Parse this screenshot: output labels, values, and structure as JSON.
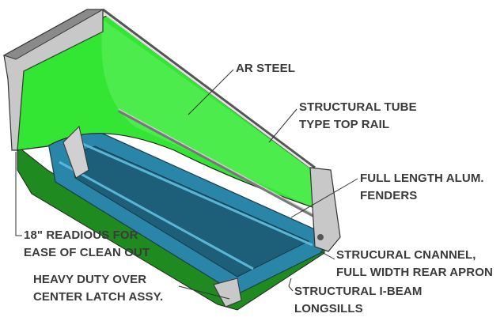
{
  "colors": {
    "body_green": "#33e633",
    "floor_blue": "#2a86a8",
    "panel_gray": "#c8c8c8",
    "text": "#3a3a3a"
  },
  "callouts": {
    "ar_steel": {
      "line1": "AR STEEL"
    },
    "top_rail": {
      "line1": "STRUCTURAL TUBE",
      "line2": "TYPE TOP RAIL"
    },
    "fenders": {
      "line1": "FULL LENGTH ALUM.",
      "line2": "FENDERS"
    },
    "radius": {
      "line1": "18\" READIOUS FOR",
      "line2": "EASE OF CLEAN OUT"
    },
    "latch": {
      "line1": "HEAVY DUTY OVER",
      "line2": "CENTER LATCH ASSY."
    },
    "channel": {
      "line1": "STRUCURAL CNANNEL,",
      "line2": "FULL WIDTH REAR APRON"
    },
    "longsills": {
      "line1": "STRUCTURAL I-BEAM",
      "line2": "LONGSILLS"
    }
  }
}
